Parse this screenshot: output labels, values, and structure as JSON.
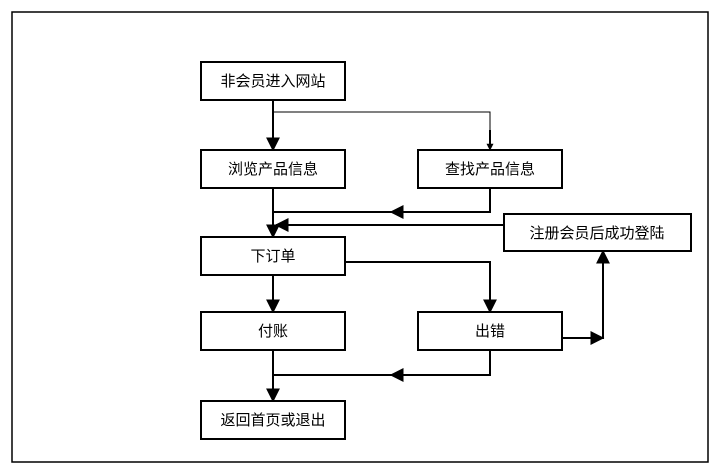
{
  "diagram": {
    "nodes": {
      "nonmember_enter": "非会员进入网站",
      "browse_products": "浏览产品信息",
      "search_products": "查找产品信息",
      "register_login": "注册会员后成功登陆",
      "place_order": "下订单",
      "pay": "付账",
      "error": "出错",
      "return_or_exit": "返回首页或退出"
    },
    "colors": {
      "stroke": "#000000",
      "background": "#ffffff"
    }
  }
}
